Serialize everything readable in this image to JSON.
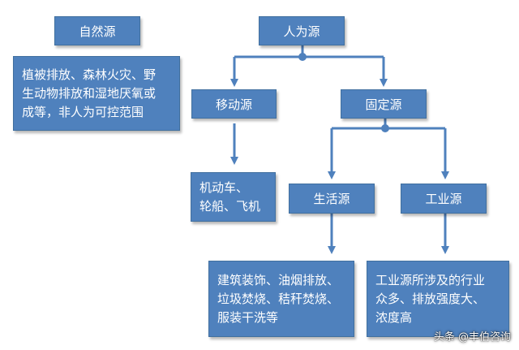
{
  "colors": {
    "box_fill": "#4f81bd",
    "line": "#4f81bd",
    "text": "#ffffff"
  },
  "nodes": {
    "natural_source": "自然源",
    "natural_desc": "植被排放、森林火灾、野\n生动物排放和湿地厌氧或\n成等，非人为可控范围",
    "human_source": "人为源",
    "mobile_source": "移动源",
    "fixed_source": "固定源",
    "mobile_desc": "机动车、\n轮船、飞机",
    "life_source": "生活源",
    "industry_source": "工业源",
    "life_desc": "建筑装饰、油烟排放、\n垃圾焚烧、秸秆焚烧、\n服装干洗等",
    "industry_desc": "工业源所涉及的行业\n众多、排放强度大、\n浓度高"
  },
  "watermark": "头条 @丰伯咨询"
}
